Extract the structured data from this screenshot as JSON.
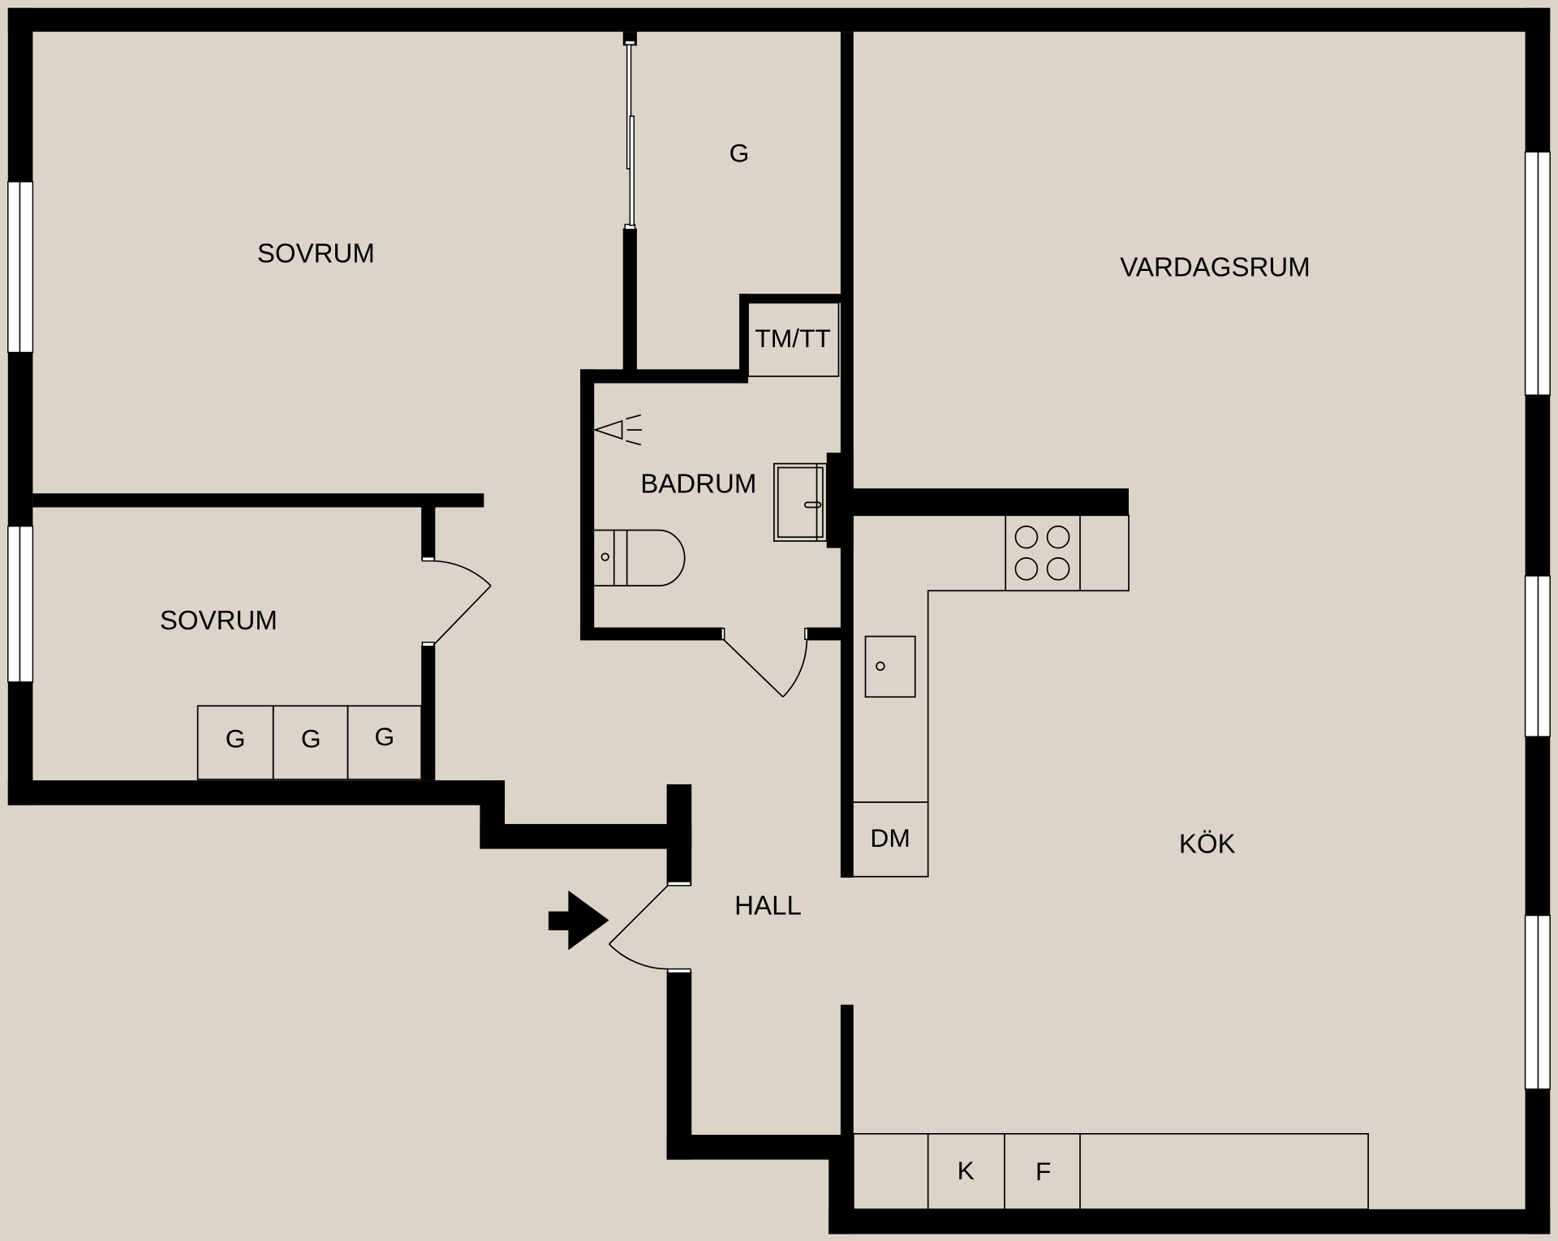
{
  "plan": {
    "background": "#ddd4c9",
    "wall_color": "#000000",
    "rooms": [
      {
        "id": "sovrum-1",
        "label": "SOVRUM"
      },
      {
        "id": "sovrum-2",
        "label": "SOVRUM"
      },
      {
        "id": "vardagsrum",
        "label": "VARDAGSRUM"
      },
      {
        "id": "badrum",
        "label": "BADRUM"
      },
      {
        "id": "hall",
        "label": "HALL"
      },
      {
        "id": "kok",
        "label": "KÖK"
      }
    ],
    "fixtures": [
      {
        "id": "garderob-top",
        "label": "G"
      },
      {
        "id": "tm-tt",
        "label": "TM/TT"
      },
      {
        "id": "garderob-1",
        "label": "G"
      },
      {
        "id": "garderob-2",
        "label": "G"
      },
      {
        "id": "garderob-3",
        "label": "G"
      },
      {
        "id": "diskmaskin",
        "label": "DM"
      },
      {
        "id": "kyl",
        "label": "K"
      },
      {
        "id": "frys",
        "label": "F"
      }
    ],
    "entrance_icon": "arrow-right-icon"
  }
}
